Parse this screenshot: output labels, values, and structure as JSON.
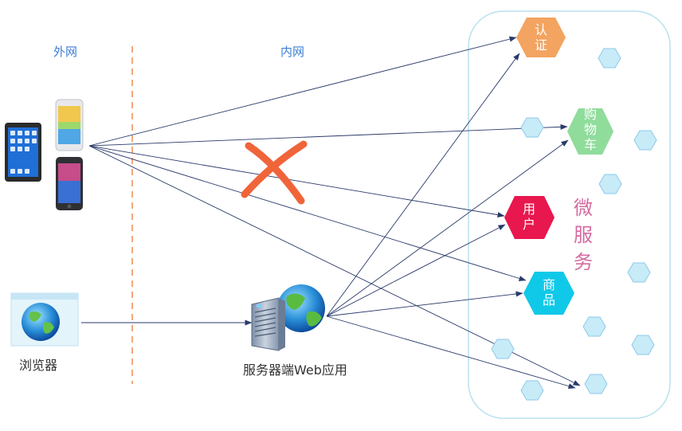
{
  "labels": {
    "external_network": "外网",
    "internal_network": "内网",
    "browser": "浏览器",
    "web_app": "服务器端Web应用",
    "microservices": [
      "微",
      "服",
      "务"
    ]
  },
  "services": {
    "auth": [
      "认",
      "证"
    ],
    "cart": [
      "购",
      "物",
      "车"
    ],
    "user": [
      "用",
      "户"
    ],
    "product": [
      "商",
      "品"
    ]
  },
  "colors": {
    "auth": "#f3a460",
    "cart": "#8fdc9b",
    "user": "#e8174d",
    "product": "#10c9e8",
    "small_hex": "#c8ebf8",
    "small_hex_stroke": "#8cc9e8",
    "container": "#b9e1ef",
    "arrow": "#2a3a6a",
    "divider": "#f08a50",
    "blocked_mark": "#f0643a",
    "label_blue": "#3c7fd6",
    "microservices_text": "#d46aa0"
  },
  "icons": {
    "mobile_devices": "tablet-and-phones-icon",
    "browser": "browser-globe-icon",
    "server": "server-globe-icon",
    "blocked": "x-mark-icon"
  }
}
